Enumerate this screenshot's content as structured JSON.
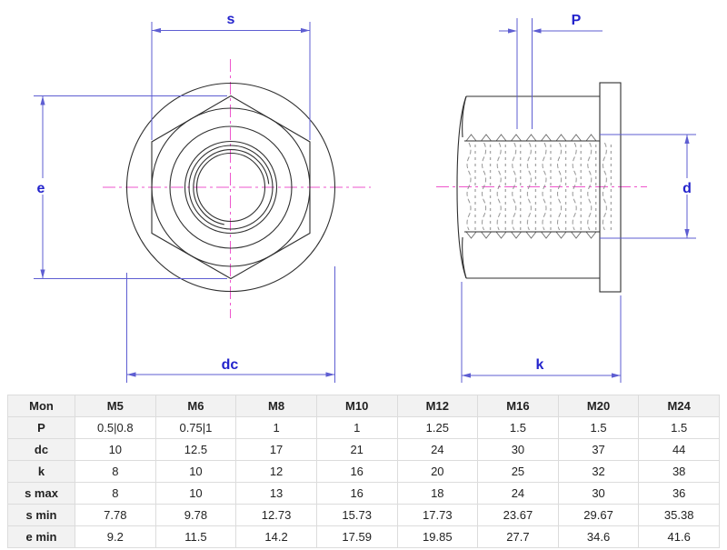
{
  "drawing": {
    "front_view": {
      "dim_s": "s",
      "dim_e": "e",
      "dim_dc": "dc"
    },
    "side_view": {
      "dim_P": "P",
      "dim_d": "d",
      "dim_k": "k"
    },
    "colors": {
      "dimension_line": "#5e5ed2",
      "dimension_label": "#2323cc",
      "center_line": "#ee55cc",
      "outline": "#2f2f2f",
      "thread_hatch": "#8a8a8a",
      "table_border": "#dcdcdc",
      "table_header_bg": "#f2f2f2"
    }
  },
  "table": {
    "header": [
      "Mon",
      "M5",
      "M6",
      "M8",
      "M10",
      "M12",
      "M16",
      "M20",
      "M24"
    ],
    "rows": [
      {
        "label": "P",
        "values": [
          "0.5|0.8",
          "0.75|1",
          "1",
          "1",
          "1.25",
          "1.5",
          "1.5",
          "1.5"
        ]
      },
      {
        "label": "dc",
        "values": [
          "10",
          "12.5",
          "17",
          "21",
          "24",
          "30",
          "37",
          "44"
        ]
      },
      {
        "label": "k",
        "values": [
          "8",
          "10",
          "12",
          "16",
          "20",
          "25",
          "32",
          "38"
        ]
      },
      {
        "label": "s max",
        "values": [
          "8",
          "10",
          "13",
          "16",
          "18",
          "24",
          "30",
          "36"
        ]
      },
      {
        "label": "s min",
        "values": [
          "7.78",
          "9.78",
          "12.73",
          "15.73",
          "17.73",
          "23.67",
          "29.67",
          "35.38"
        ]
      },
      {
        "label": "e min",
        "values": [
          "9.2",
          "11.5",
          "14.2",
          "17.59",
          "19.85",
          "27.7",
          "34.6",
          "41.6"
        ]
      }
    ]
  }
}
